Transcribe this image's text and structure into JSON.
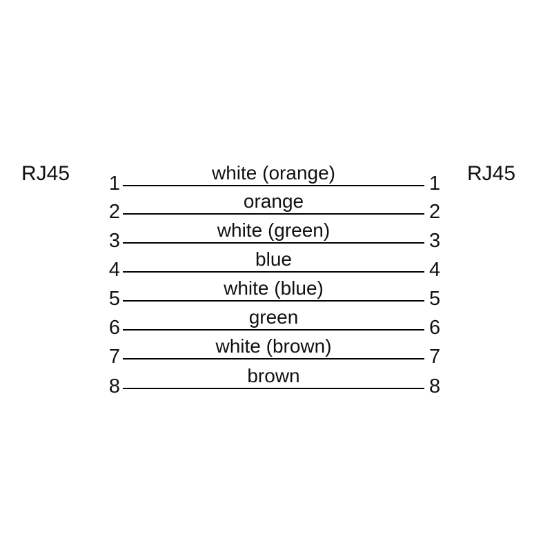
{
  "diagram": {
    "title_left": "RJ45",
    "title_right": "RJ45",
    "connector_left_label": "RJ45",
    "connector_right_label": "RJ45",
    "line_color": "#000000",
    "text_color": "#111111",
    "background_color": "#ffffff",
    "pins": [
      {
        "left_number": "1",
        "right_number": "1",
        "wire_label": "white (orange)"
      },
      {
        "left_number": "2",
        "right_number": "2",
        "wire_label": "orange"
      },
      {
        "left_number": "3",
        "right_number": "3",
        "wire_label": "white (green)"
      },
      {
        "left_number": "4",
        "right_number": "4",
        "wire_label": "blue"
      },
      {
        "left_number": "5",
        "right_number": "5",
        "wire_label": "white (blue)"
      },
      {
        "left_number": "6",
        "right_number": "6",
        "wire_label": "green"
      },
      {
        "left_number": "7",
        "right_number": "7",
        "wire_label": "white (brown)"
      },
      {
        "left_number": "8",
        "right_number": "8",
        "wire_label": "brown"
      }
    ]
  }
}
